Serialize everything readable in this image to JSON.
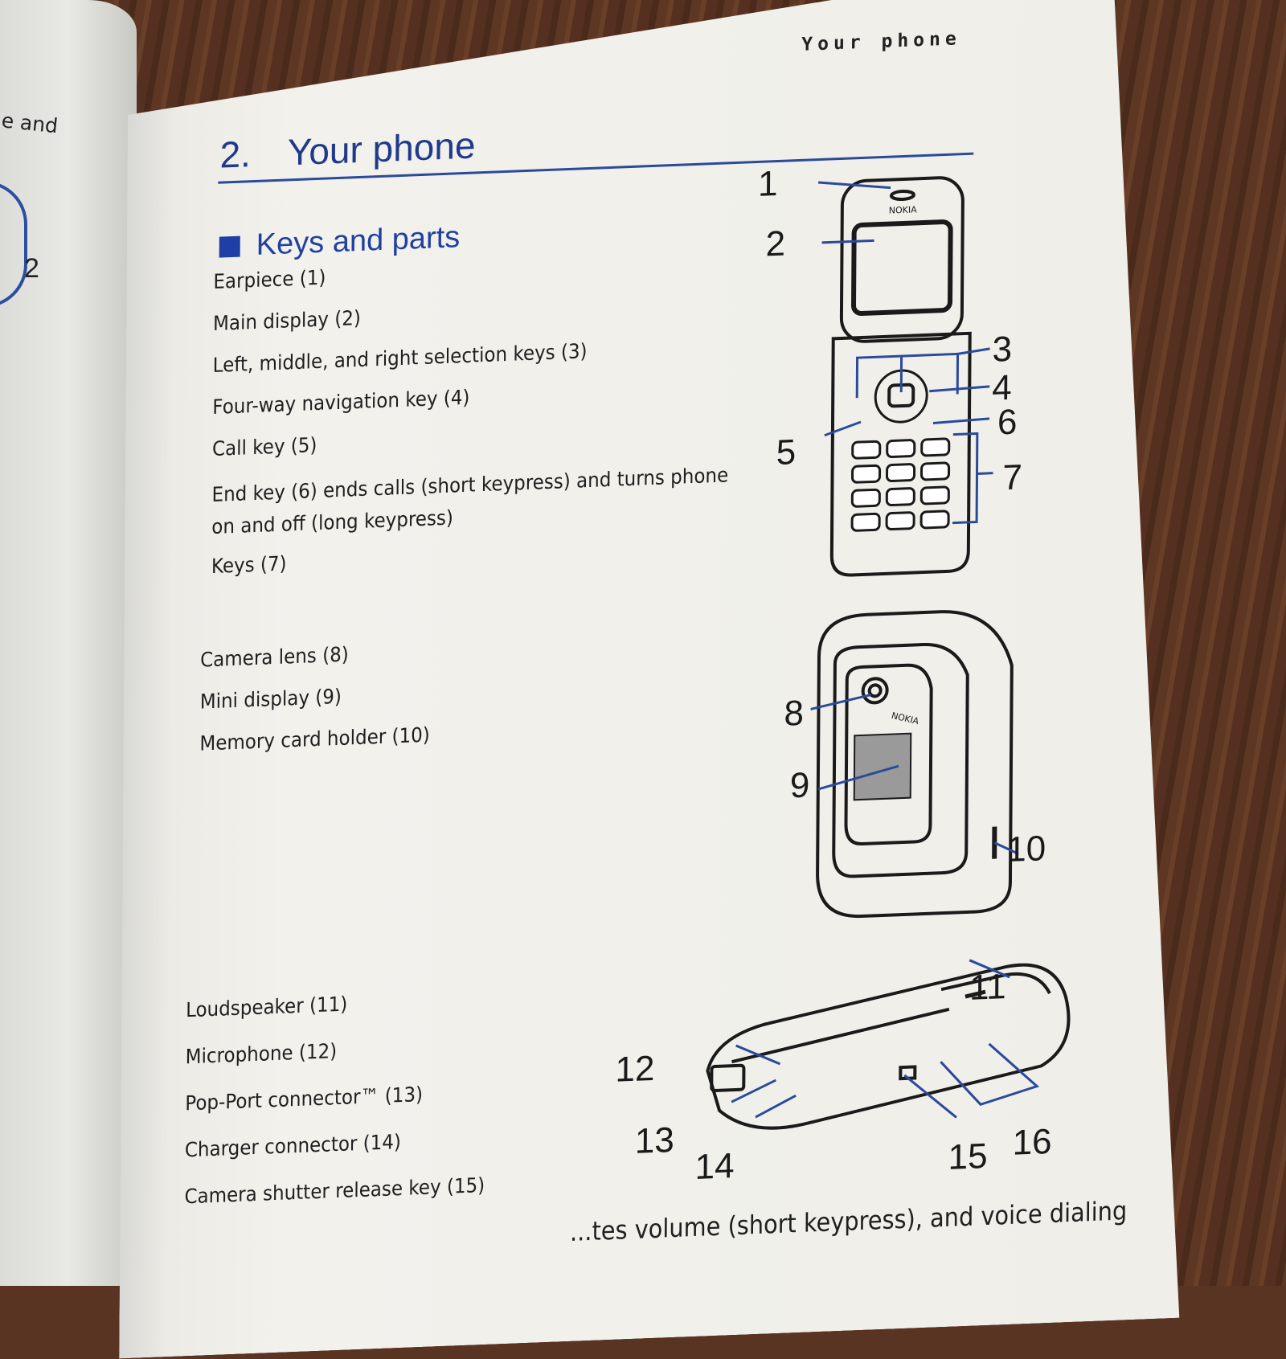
{
  "left_page": {
    "fragment_text": "ne and",
    "figure_label": "2"
  },
  "page": {
    "running_head": "Your phone",
    "chapter_number": "2.",
    "chapter_title": "Your phone",
    "section_title": "Keys and parts",
    "accent_color": "#1f3fa6"
  },
  "groups": [
    {
      "items": [
        "Earpiece (1)",
        "Main display (2)",
        "Left, middle, and right selection keys (3)",
        "Four-way navigation key (4)",
        "Call key (5)",
        "End key (6) ends calls (short keypress) and turns phone on and off (long keypress)",
        "Keys (7)"
      ]
    },
    {
      "items": [
        "Camera lens (8)",
        "Mini display (9)",
        "Memory card holder (10)"
      ]
    },
    {
      "items": [
        "Loudspeaker (11)",
        "Microphone (12)",
        "Pop-Port connector™ (13)",
        "Charger connector (14)",
        "Camera shutter release key (15)"
      ]
    }
  ],
  "figures": {
    "front_open": {
      "brand": "NOKIA",
      "callouts": [
        "1",
        "2",
        "3",
        "4",
        "5",
        "6",
        "7"
      ]
    },
    "back_closed": {
      "brand": "NOKIA",
      "callouts": [
        "8",
        "9",
        "10"
      ]
    },
    "side_view": {
      "callouts": [
        "11",
        "12",
        "13",
        "14",
        "15",
        "16"
      ]
    }
  },
  "footer_text": "...tes volume (short keypress), and voice dialing"
}
